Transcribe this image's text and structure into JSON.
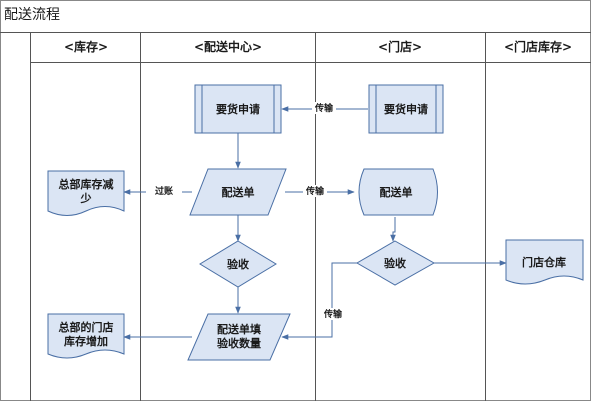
{
  "title": "配送流程",
  "lanes": [
    {
      "key": "stock",
      "label": "<库存>"
    },
    {
      "key": "dc",
      "label": "<配送中心>"
    },
    {
      "key": "store",
      "label": "<门店>"
    },
    {
      "key": "store_stock",
      "label": "<门店库存>"
    }
  ],
  "nodes": {
    "request_dc": "要货申请",
    "request_store": "要货申请",
    "hq_stock_decrease": [
      "总部库存减",
      "少"
    ],
    "delivery_order": "配送单",
    "store_delivery_order": "配送单",
    "dc_check": "验收",
    "store_check": "验收",
    "store_warehouse": "门店仓库",
    "hq_store_stock_increase": [
      "总部的门店",
      "库存增加"
    ],
    "fill_order": [
      "配送单填",
      "验收数量"
    ]
  },
  "edges": {
    "transfer_1": "传输",
    "posting": "过账",
    "transfer_2": "传输",
    "transfer_3": "传输"
  },
  "colors": {
    "shape_fill": "#dbe5f4",
    "shape_stroke": "#4a6fa5",
    "grid": "#555555",
    "arrow": "#4a6fa5"
  }
}
